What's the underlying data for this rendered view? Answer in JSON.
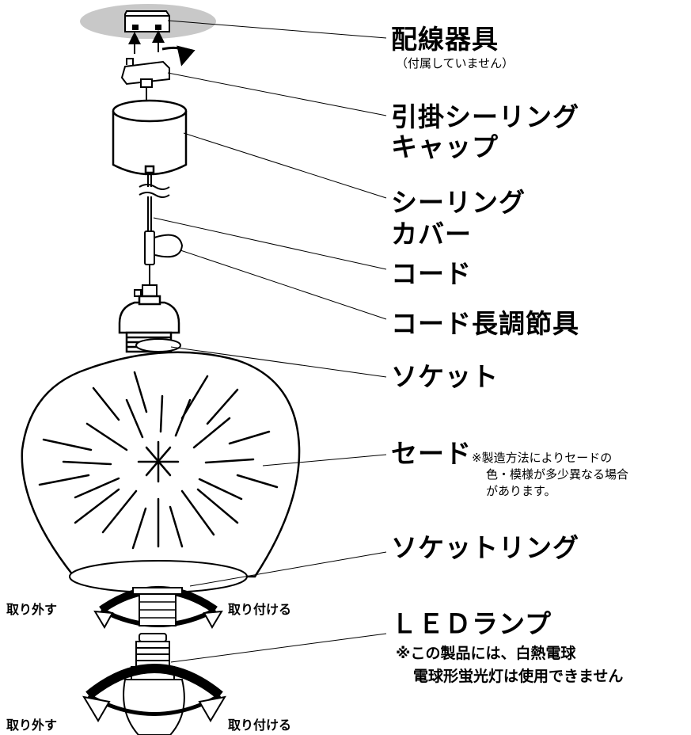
{
  "labels": {
    "haisen": "配線器具",
    "haisen_note": "（付属していません）",
    "hikkake_1": "引掛シーリング",
    "hikkake_2": "キャップ",
    "ceiling_cover_1": "シーリング",
    "ceiling_cover_2": "カバー",
    "cord": "コード",
    "cord_adjuster": "コード長調節具",
    "socket": "ソケット",
    "shade": "セード",
    "shade_note_1": "※製造方法によりセードの",
    "shade_note_2": "色・模様が多少異なる場合",
    "shade_note_3": "があります。",
    "socket_ring": "ソケットリング",
    "led_lamp": "ＬＥＤランプ",
    "led_note_1": "※この製品には、白熱電球",
    "led_note_2": "電球形蛍光灯は使用できません"
  },
  "actions": {
    "remove_upper": "取り外す",
    "attach_upper": "取り付ける",
    "remove_lower": "取り外す",
    "attach_lower": "取り付ける"
  },
  "colors": {
    "ceiling": "#c8c8c8",
    "line": "#000000"
  }
}
